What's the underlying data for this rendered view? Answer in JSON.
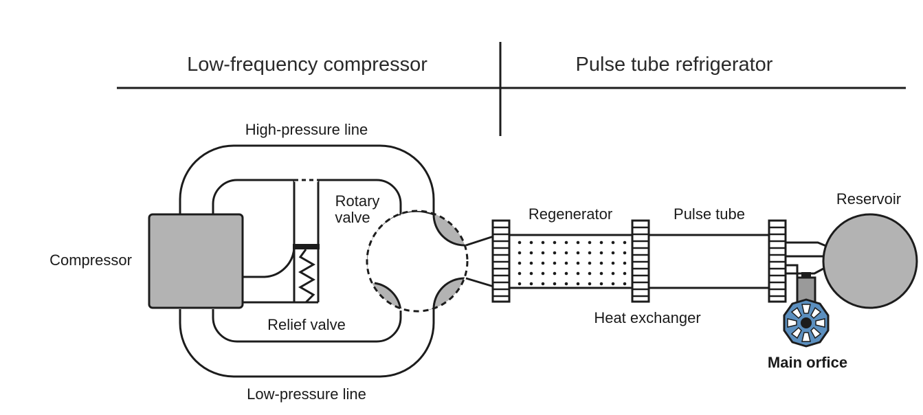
{
  "sections": {
    "left": "Low-frequency compressor",
    "right": "Pulse tube refrigerator"
  },
  "labels": {
    "high_pressure_line": "High-pressure line",
    "low_pressure_line": "Low-pressure line",
    "compressor": "Compressor",
    "rotary_valve_1": "Rotary",
    "rotary_valve_2": "valve",
    "relief_valve": "Relief valve",
    "regenerator": "Regenerator",
    "pulse_tube": "Pulse tube",
    "heat_exchanger": "Heat exchanger",
    "reservoir": "Reservoir",
    "main_orifice": "Main orfice"
  },
  "colors": {
    "line": "#1c1c1c",
    "fill_gray": "#b3b3b3",
    "valve_blue": "#5b8fbf"
  }
}
